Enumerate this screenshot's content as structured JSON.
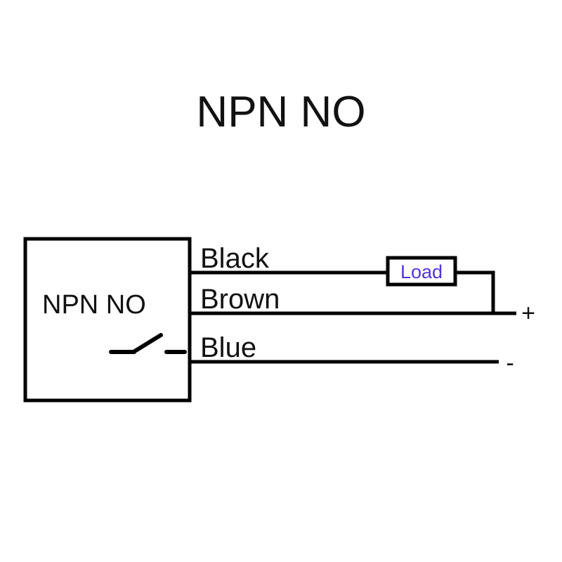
{
  "diagram": {
    "title": "NPN NO",
    "type": "sensor-wiring-diagram",
    "background_color": "#ffffff",
    "line_color": "#000000"
  },
  "sensor": {
    "label": "NPN NO",
    "switch_symbol": "normally-open-contact",
    "outline_color": "#000000",
    "fill_color": "#ffffff"
  },
  "wires": [
    {
      "label": "Black",
      "color_name": "Black",
      "role": "signal-output",
      "connects_to": "load-left-terminal"
    },
    {
      "label": "Brown",
      "color_name": "Brown",
      "role": "supply-positive",
      "connects_to": "positive-terminal"
    },
    {
      "label": "Blue",
      "color_name": "Blue",
      "role": "supply-negative",
      "connects_to": "negative-terminal"
    }
  ],
  "load": {
    "label": "Load",
    "text_color": "#5533dd",
    "outline_color": "#000000",
    "fill_color": "#ffffff"
  },
  "terminals": [
    {
      "label": "+",
      "name": "positive-terminal"
    },
    {
      "label": "-",
      "name": "negative-terminal"
    }
  ]
}
